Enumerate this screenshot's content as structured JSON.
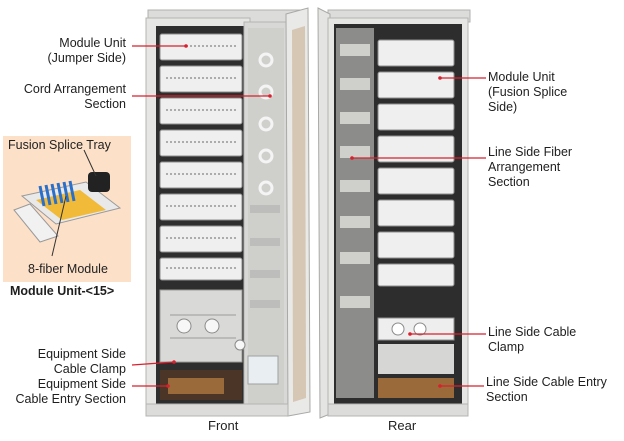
{
  "labels": {
    "module_unit_jumper": "Module Unit\n(Jumper Side)",
    "cord_arrangement": "Cord Arrangement\nSection",
    "fusion_splice_tray": "Fusion Splice Tray",
    "eight_fiber_module": "8-fiber  Module",
    "module_unit_15": "Module Unit-<15>",
    "equipment_side_cable_clamp": "Equipment  Side\nCable Clamp",
    "equipment_side_cable_entry": "Equipment Side\nCable Entry Section",
    "module_unit_fusion": "Module Unit\n(Fusion Splice\nSide)",
    "line_side_fiber_arrangement": "Line Side Fiber\nArrangement\nSection",
    "line_side_cable_clamp": "Line Side Cable\nClamp",
    "line_side_cable_entry": "Line Side Cable Entry\nSection"
  },
  "captions": {
    "front": "Front",
    "rear": "Rear"
  },
  "colors": {
    "cabinet": "#e4e4e2",
    "cabinet_edge": "#b7b7b4",
    "interior": "#2b2b2b",
    "module": "#efefef",
    "leader": "#d8202e",
    "inset_bg": "#fce0c8",
    "fiber": "#f2b21a",
    "tray_blue": "#2a6fc9",
    "floor_wood": "#9a6a3a"
  }
}
